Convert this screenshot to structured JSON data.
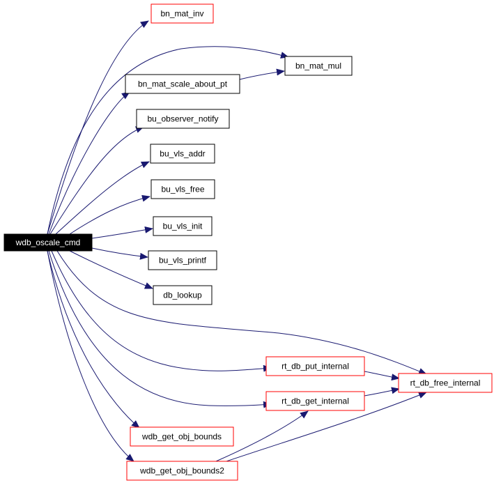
{
  "graph": {
    "root": {
      "id": "wdb_oscale_cmd",
      "label": "wdb_oscale_cmd"
    },
    "nodes": [
      {
        "id": "bn_mat_inv",
        "label": "bn_mat_inv",
        "border": "#ff0000"
      },
      {
        "id": "bn_mat_mul",
        "label": "bn_mat_mul",
        "border": "#000000"
      },
      {
        "id": "bn_mat_scale_about_pt",
        "label": "bn_mat_scale_about_pt",
        "border": "#000000"
      },
      {
        "id": "bu_observer_notify",
        "label": "bu_observer_notify",
        "border": "#000000"
      },
      {
        "id": "bu_vls_addr",
        "label": "bu_vls_addr",
        "border": "#000000"
      },
      {
        "id": "bu_vls_free",
        "label": "bu_vls_free",
        "border": "#000000"
      },
      {
        "id": "bu_vls_init",
        "label": "bu_vls_init",
        "border": "#000000"
      },
      {
        "id": "bu_vls_printf",
        "label": "bu_vls_printf",
        "border": "#000000"
      },
      {
        "id": "db_lookup",
        "label": "db_lookup",
        "border": "#000000"
      },
      {
        "id": "rt_db_put_internal",
        "label": "rt_db_put_internal",
        "border": "#ff0000"
      },
      {
        "id": "rt_db_free_internal",
        "label": "rt_db_free_internal",
        "border": "#ff0000"
      },
      {
        "id": "rt_db_get_internal",
        "label": "rt_db_get_internal",
        "border": "#ff0000"
      },
      {
        "id": "wdb_get_obj_bounds",
        "label": "wdb_get_obj_bounds",
        "border": "#ff0000"
      },
      {
        "id": "wdb_get_obj_bounds2",
        "label": "wdb_get_obj_bounds2",
        "border": "#ff0000"
      }
    ],
    "edges": [
      {
        "from": "wdb_oscale_cmd",
        "to": "bn_mat_inv"
      },
      {
        "from": "wdb_oscale_cmd",
        "to": "bn_mat_mul"
      },
      {
        "from": "wdb_oscale_cmd",
        "to": "bn_mat_scale_about_pt"
      },
      {
        "from": "bn_mat_scale_about_pt",
        "to": "bn_mat_mul"
      },
      {
        "from": "wdb_oscale_cmd",
        "to": "bu_observer_notify"
      },
      {
        "from": "wdb_oscale_cmd",
        "to": "bu_vls_addr"
      },
      {
        "from": "wdb_oscale_cmd",
        "to": "bu_vls_free"
      },
      {
        "from": "wdb_oscale_cmd",
        "to": "bu_vls_init"
      },
      {
        "from": "wdb_oscale_cmd",
        "to": "bu_vls_printf"
      },
      {
        "from": "wdb_oscale_cmd",
        "to": "db_lookup"
      },
      {
        "from": "wdb_oscale_cmd",
        "to": "rt_db_free_internal"
      },
      {
        "from": "wdb_oscale_cmd",
        "to": "rt_db_put_internal"
      },
      {
        "from": "rt_db_put_internal",
        "to": "rt_db_free_internal"
      },
      {
        "from": "wdb_oscale_cmd",
        "to": "rt_db_get_internal"
      },
      {
        "from": "rt_db_get_internal",
        "to": "rt_db_free_internal"
      },
      {
        "from": "wdb_oscale_cmd",
        "to": "wdb_get_obj_bounds"
      },
      {
        "from": "wdb_oscale_cmd",
        "to": "wdb_get_obj_bounds2"
      },
      {
        "from": "wdb_get_obj_bounds2",
        "to": "rt_db_get_internal"
      },
      {
        "from": "wdb_get_obj_bounds2",
        "to": "rt_db_free_internal"
      }
    ],
    "colors": {
      "edge": "#191970",
      "root_fill": "#000000",
      "root_text": "#ffffff",
      "text": "#000000",
      "background": "#ffffff"
    }
  }
}
